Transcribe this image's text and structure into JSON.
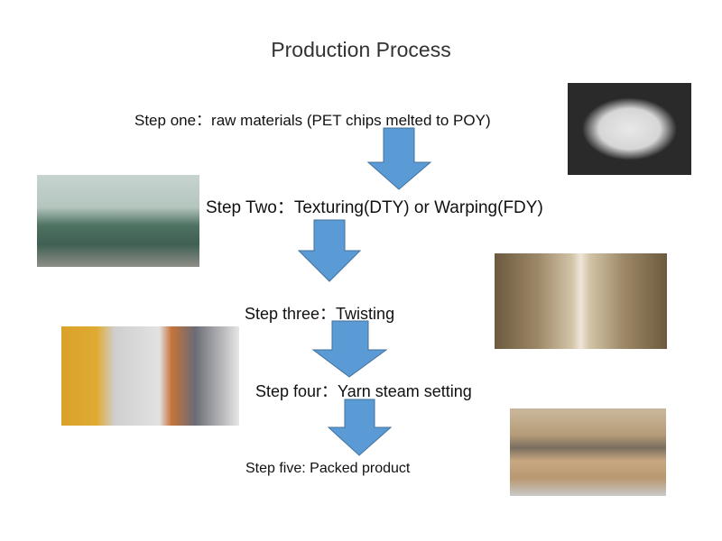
{
  "title": "Production Process",
  "colors": {
    "arrow_fill": "#5B9BD5",
    "arrow_stroke": "#41719C",
    "text": "#111111",
    "title_text": "#333333",
    "background": "#FFFFFF"
  },
  "steps": [
    {
      "label": "Step one：raw materials  (PET chips melted to POY)",
      "photo": "PET chips (white pellets on dark background)"
    },
    {
      "label": "Step Two：Texturing(DTY) or Warping(FDY)",
      "photo": "Texturing machine in factory"
    },
    {
      "label": "Step three：Twisting",
      "photo": "Twisting machine aisle with yarn bobbins"
    },
    {
      "label": "Step four：Yarn steam setting",
      "photo": "Yarn steam setting machine with workers"
    },
    {
      "label": "Step five: Packed product",
      "photo": "Warehouse with packed cartons"
    }
  ],
  "arrows": [
    {
      "direction": "down",
      "from_step": 1,
      "to_step": 2,
      "icon": "down-arrow"
    },
    {
      "direction": "down",
      "from_step": 2,
      "to_step": 3,
      "icon": "down-arrow"
    },
    {
      "direction": "down",
      "from_step": 3,
      "to_step": 4,
      "icon": "down-arrow"
    },
    {
      "direction": "down",
      "from_step": 4,
      "to_step": 5,
      "icon": "down-arrow"
    }
  ]
}
